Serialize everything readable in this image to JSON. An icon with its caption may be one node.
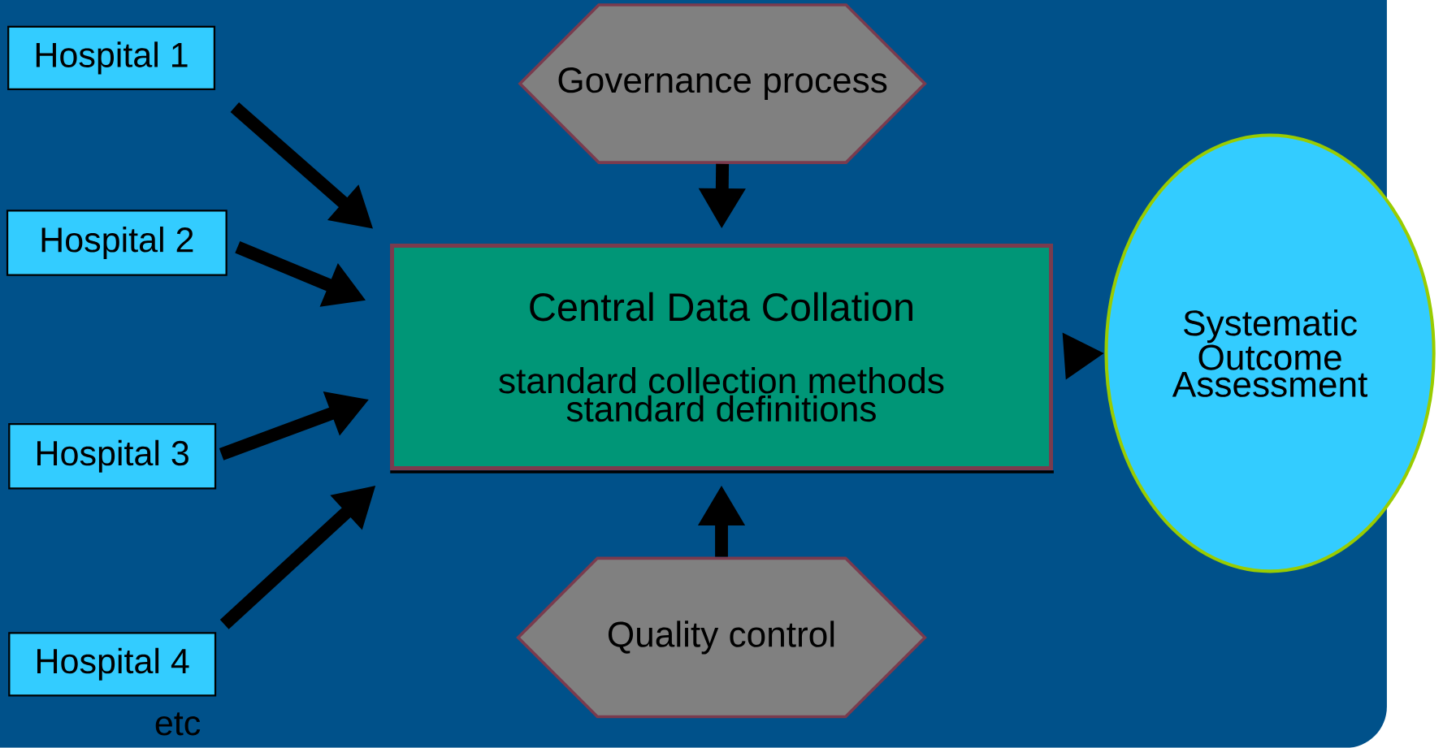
{
  "diagram": {
    "nodes": [
      {
        "text": [
          "Hospital 1"
        ]
      },
      {
        "text": [
          "Hospital 2"
        ]
      },
      {
        "text": [
          "Hospital 3"
        ]
      },
      {
        "text": [
          "Hospital 4"
        ]
      },
      {
        "text": [
          "Governance process"
        ]
      },
      {
        "text": [
          "Central Data Collation",
          "standard collection methods",
          "standard definitions"
        ]
      },
      {
        "text": [
          "Quality control"
        ]
      },
      {
        "text": [
          "Systematic Outcome Assessment"
        ]
      }
    ],
    "edges": [
      {
        "from": 0,
        "to": 5,
        "arrow": "to"
      },
      {
        "from": 1,
        "to": 5,
        "arrow": "to"
      },
      {
        "from": 2,
        "to": 5,
        "arrow": "to"
      },
      {
        "from": 3,
        "to": 5,
        "arrow": "to"
      },
      {
        "from": 4,
        "to": 5,
        "arrow": "to"
      },
      {
        "from": 6,
        "to": 5,
        "arrow": "to"
      },
      {
        "from": 5,
        "to": 7,
        "arrow": "to"
      }
    ],
    "labels": [
      "etc"
    ]
  }
}
